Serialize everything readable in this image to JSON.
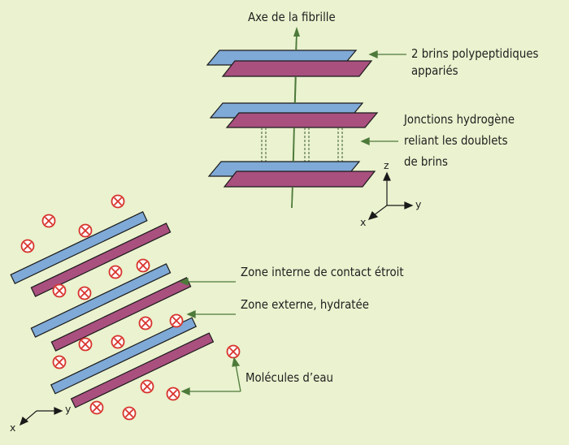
{
  "fibril": {
    "axis_label": "Axe de la fibrille",
    "paired_strands_label": [
      "2 brins polypeptidiques",
      "appariés"
    ],
    "hydrogen_bonds_label": [
      "Jonctions hydrogène",
      "reliant les doublets",
      "de brins"
    ],
    "axes": {
      "z": "z",
      "y": "y",
      "x": "x"
    }
  },
  "section": {
    "inner_zone_label": "Zone interne de contact étroit",
    "outer_zone_label": "Zone externe, hydratée",
    "water_label": "Molécules d’eau",
    "axes": {
      "y": "y",
      "x": "x"
    }
  },
  "colors": {
    "background": "#eaf2cf",
    "strand_blue": "#7fa9d6",
    "strand_magenta": "#a9507f",
    "water": "#d8332c",
    "leader_line": "#4d7a3a",
    "outline": "#1a1a1a"
  },
  "icons": [
    "water-molecule-icon",
    "arrow-icon"
  ]
}
